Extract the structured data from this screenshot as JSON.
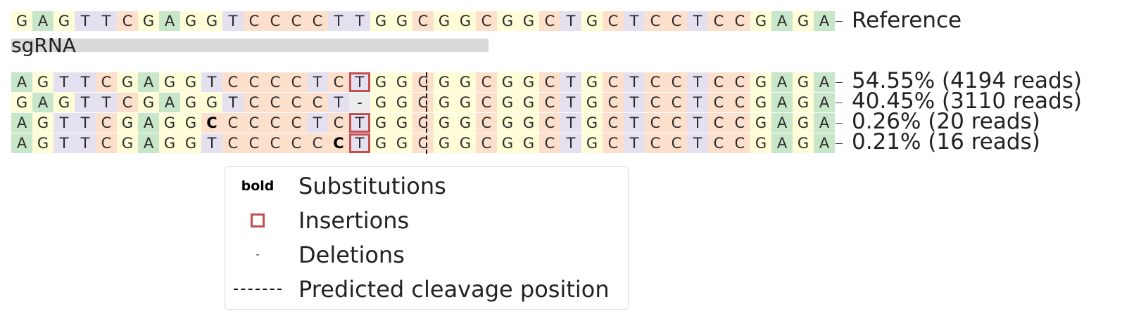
{
  "colors": {
    "A": "#c8e6c9",
    "C": "#fde0cc",
    "G": "#fefdd8",
    "T": "#e4e0f0",
    "gap": "#ececec",
    "insertion": "#c44e52",
    "sgrna_bar": "#d9d9d9"
  },
  "reference": {
    "sequence": "GAGTTCGAGGTCCCCTTGGCGGCGGCTGCTCCTCCGAGA",
    "label": "Reference"
  },
  "sgrna": {
    "label": "sgRNA"
  },
  "alleles": [
    {
      "sequence": "AGTTCGAGGTCCCCTCTGGCGGCGGCTGCTCCTCCGAGA",
      "label": "54.55% (4194 reads)",
      "percent": 54.55,
      "reads": 4194,
      "insertions": [
        16
      ],
      "substitutions": []
    },
    {
      "sequence": "GAGTTCGAGGTCCCCT-GGCGGCGGCTGCTCCTCCGAGA",
      "label": "40.45% (3110 reads)",
      "percent": 40.45,
      "reads": 3110,
      "insertions": [],
      "substitutions": []
    },
    {
      "sequence": "AGTTCGAGGCCCCCTCTGGCGGCGGCTGCTCCTCCGAGA",
      "label": "0.26% (20 reads)",
      "percent": 0.26,
      "reads": 20,
      "insertions": [
        16
      ],
      "substitutions": [
        9
      ]
    },
    {
      "sequence": "AGTTCGAGGTCCCCCCTGGCGGCGGCTGCTCCTCCGAGA",
      "label": "0.21% (16 reads)",
      "percent": 0.21,
      "reads": 16,
      "insertions": [
        16
      ],
      "substitutions": [
        15
      ]
    }
  ],
  "legend": {
    "substitutions_symbol": "bold",
    "substitutions": "Substitutions",
    "insertions": "Insertions",
    "deletions_symbol": "-",
    "deletions": "Deletions",
    "cleavage": "Predicted cleavage position"
  }
}
